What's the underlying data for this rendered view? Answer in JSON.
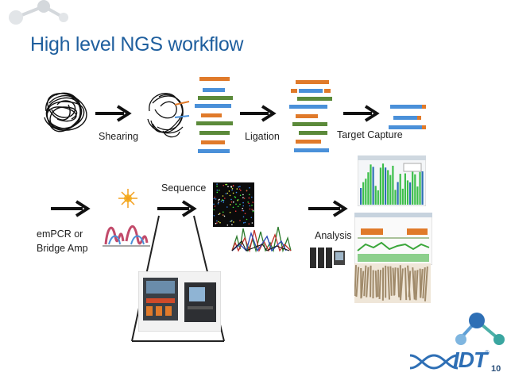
{
  "title": "High level NGS workflow",
  "steps": {
    "shearing": "Shearing",
    "ligation": "Ligation",
    "target_capture": "Target Capture",
    "emPCR": [
      "emPCR or",
      "Bridge Amp"
    ],
    "sequence": "Sequence",
    "analysis": "Analysis"
  },
  "logo": {
    "text": "IDT",
    "trademark": "®"
  },
  "page_number": "10",
  "colors": {
    "title": "#1f5f9e",
    "fragment_orange": "#e07a2a",
    "fragment_blue": "#4a90d9",
    "fragment_green": "#5b8a3a",
    "logo_blue": "#2e6fb5",
    "logo_teal": "#3aa6a0"
  }
}
